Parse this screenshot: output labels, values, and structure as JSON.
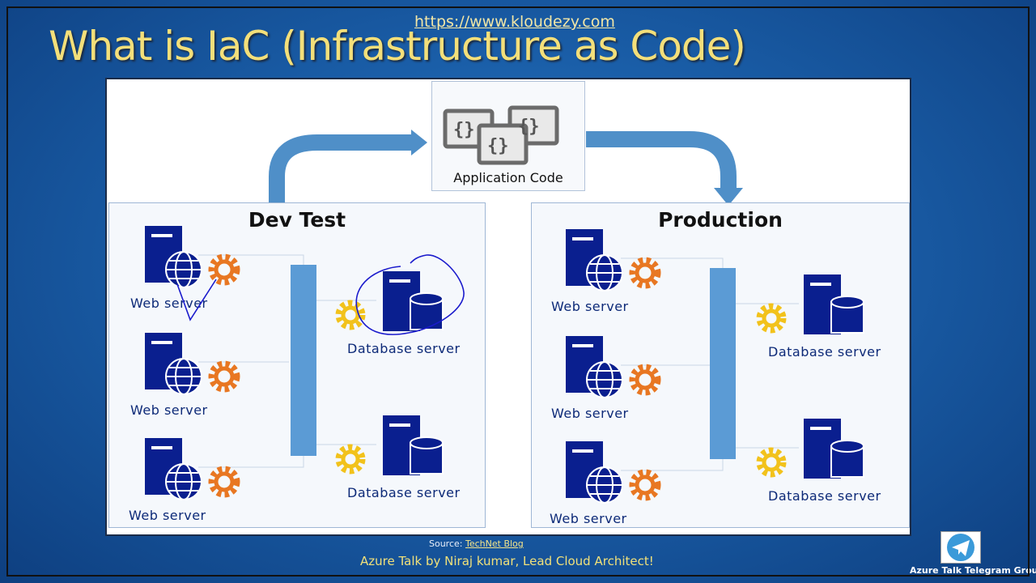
{
  "header": {
    "url": "https://www.kloudezy.com",
    "title": "What is IaC (Infrastructure as Code)"
  },
  "diagram": {
    "app_code_label": "Application Code",
    "left_panel": {
      "title": "Dev Test",
      "web_servers": [
        "Web server",
        "Web server",
        "Web server"
      ],
      "db_servers": [
        "Database server",
        "Database server"
      ]
    },
    "right_panel": {
      "title": "Production",
      "web_servers": [
        "Web server",
        "Web server",
        "Web server"
      ],
      "db_servers": [
        "Database server",
        "Database server"
      ]
    }
  },
  "footer": {
    "source_prefix": "Source:",
    "source_link": "TechNet Blog",
    "credit": "Azure Talk by Niraj kumar, Lead Cloud Architect!",
    "telegram": "Azure Talk Telegram Group"
  },
  "colors": {
    "server": "#0a1f8f",
    "gear": "#e87722",
    "gear_db": "#f2c21b",
    "bus": "#5b9bd5",
    "arrow": "#4f8fc8",
    "title": "#f3df7a"
  }
}
